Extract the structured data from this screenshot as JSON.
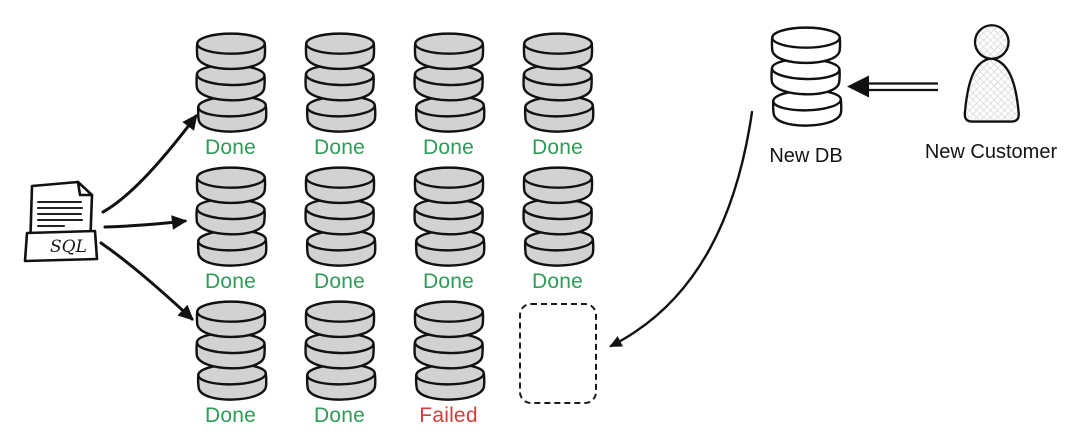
{
  "diagram": {
    "sql_doc": {
      "label": "SQL"
    },
    "migration_grid": {
      "rows": [
        {
          "cells": [
            {
              "status": "Done",
              "state": "done"
            },
            {
              "status": "Done",
              "state": "done"
            },
            {
              "status": "Done",
              "state": "done"
            },
            {
              "status": "Done",
              "state": "done"
            }
          ]
        },
        {
          "cells": [
            {
              "status": "Done",
              "state": "done"
            },
            {
              "status": "Done",
              "state": "done"
            },
            {
              "status": "Done",
              "state": "done"
            },
            {
              "status": "Done",
              "state": "done"
            }
          ]
        },
        {
          "cells": [
            {
              "status": "Done",
              "state": "done"
            },
            {
              "status": "Done",
              "state": "done"
            },
            {
              "status": "Failed",
              "state": "failed"
            }
          ]
        }
      ]
    },
    "new_db": {
      "label": "New DB"
    },
    "new_customer": {
      "label": "New Customer"
    },
    "icons": {
      "database": "database-cylinder-icon",
      "sql_document": "sql-script-icon",
      "person": "person-icon",
      "placeholder": "pending-database-placeholder",
      "arrows": "arrow-icon"
    },
    "colors": {
      "done": "#2e9b57",
      "failed": "#d43d3d",
      "db_fill": "#d2d2d2",
      "new_db_fill": "#ffffff",
      "ink": "#111111"
    }
  }
}
